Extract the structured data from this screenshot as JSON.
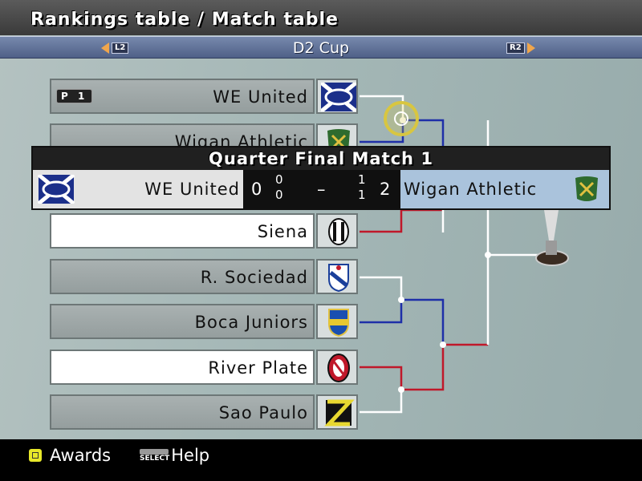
{
  "header": {
    "title": "Rankings table / Match table",
    "cup_name": "D2 Cup",
    "left_shoulder": "L2",
    "right_shoulder": "R2"
  },
  "bracket": {
    "selected_badge": "P 1",
    "teams": [
      {
        "name": "WE United",
        "crest": "we-united-crest-icon"
      },
      {
        "name": "Wigan Athletic",
        "crest": "wigan-athletic-crest-icon"
      },
      {
        "name": "",
        "crest": ""
      },
      {
        "name": "Siena",
        "crest": "siena-crest-icon"
      },
      {
        "name": "R. Sociedad",
        "crest": "real-sociedad-crest-icon"
      },
      {
        "name": "Boca Juniors",
        "crest": "boca-juniors-crest-icon"
      },
      {
        "name": "River Plate",
        "crest": "river-plate-crest-icon"
      },
      {
        "name": "Sao Paulo",
        "crest": "sao-paulo-crest-icon"
      }
    ],
    "colors": {
      "winner_line": "#1e2fa8",
      "loser_line": "#c0182a",
      "neutral_line": "#ffffff",
      "cursor_ring": "#d8c640"
    }
  },
  "match_popup": {
    "title": "Quarter Final Match 1",
    "home_team": "WE United",
    "away_team": "Wigan Athletic",
    "home_total": "0",
    "away_total": "2",
    "home_leg1": "0",
    "home_leg2": "0",
    "away_leg1": "1",
    "away_leg2": "1",
    "separator": "–"
  },
  "footer": {
    "awards_label": "Awards",
    "help_label": "Help",
    "select_label": "SELECT"
  }
}
